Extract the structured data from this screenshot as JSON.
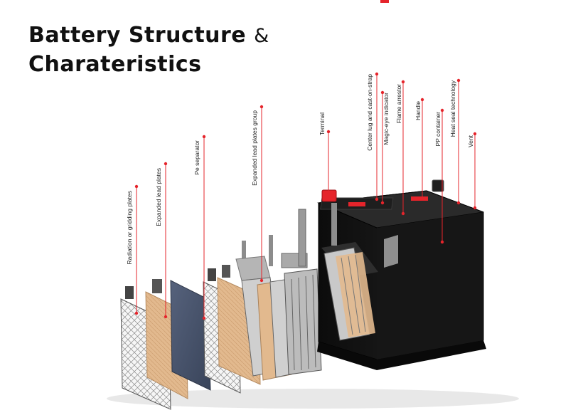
{
  "title": {
    "line1": "Battery Structure",
    "amp": "&",
    "line2": "Charateristics"
  },
  "colors": {
    "accent": "#e5242b",
    "case": "#121212",
    "plate_tan": "#e2b98e",
    "separator": "#45516a"
  },
  "labels": {
    "radiation": "Radiation or gridding plates",
    "expanded_plates": "Expanded lead plates",
    "pe_separator": "Pe separator",
    "plates_group": "Expanded lead plates group",
    "terminal": "Terminal",
    "center_lug": "Center lug and cast-on-strap",
    "magic_eye": "Magic-eye indicator",
    "flame_arrestor": "Flame arrestor",
    "handle": "Handle",
    "pp_container": "PP container",
    "heat_seal": "Heat seal technology",
    "vent": "Vent"
  }
}
